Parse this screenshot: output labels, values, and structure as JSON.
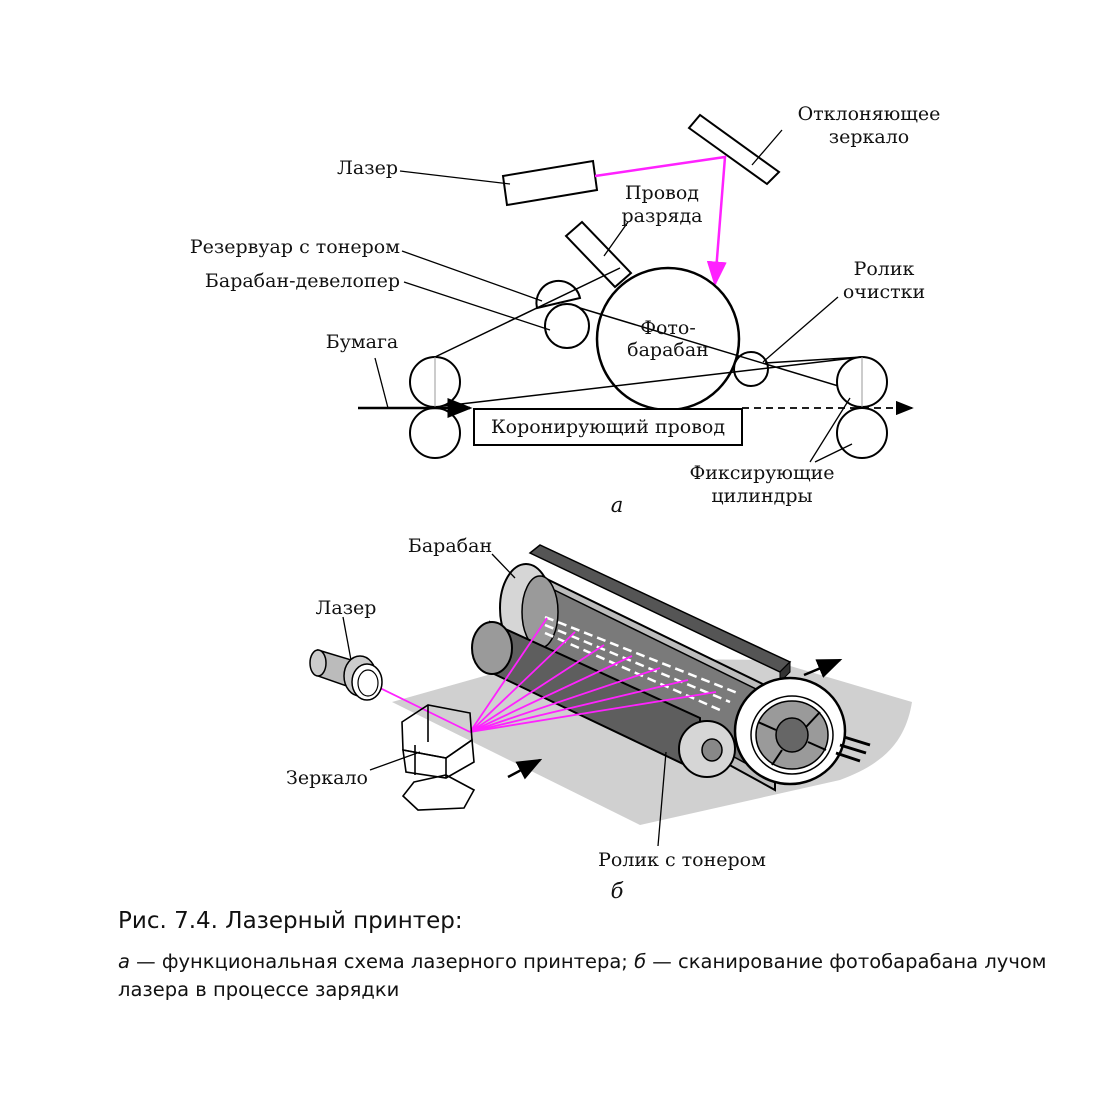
{
  "colors": {
    "beam": "#ff22ff",
    "line": "#000000",
    "dark_gray": "#666666",
    "mid_gray": "#999999",
    "light_gray": "#cccccc",
    "paper": "#d0d0d0"
  },
  "diagram_a": {
    "labels": {
      "deflect_1": "Отклоняющее",
      "deflect_2": "зеркало",
      "laser": "Лазер",
      "discharge_1": "Провод",
      "discharge_2": "разряда",
      "toner_tank": "Резервуар с тонером",
      "developer": "Барабан-девелопер",
      "cleaning_1": "Ролик",
      "cleaning_2": "очистки",
      "paper": "Бумага",
      "photo_1": "Фото-",
      "photo_2": "барабан",
      "corona": "Коронирующий провод",
      "fuser_1": "Фиксирующие",
      "fuser_2": "цилиндры"
    },
    "sublabel": "а"
  },
  "diagram_b": {
    "labels": {
      "drum": "Барабан",
      "laser": "Лазер",
      "mirror": "Зеркало",
      "toner_roller": "Ролик с тонером"
    },
    "sublabel": "б"
  },
  "caption": {
    "title": "Рис. 7.4. Лазерный принтер:",
    "letter_a": "а",
    "text_a": " — функциональная схема лазерного принтера; ",
    "letter_b": "б",
    "text_b": " — сканирование фотобарабана лучом лазера в процессе зарядки"
  }
}
